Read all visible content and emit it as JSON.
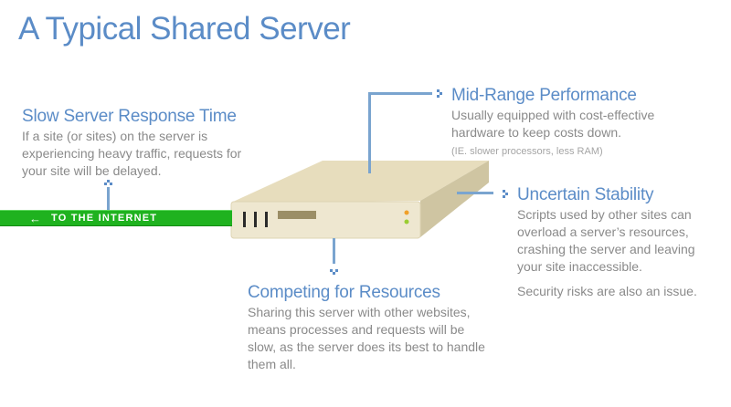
{
  "title": "A Typical Shared Server",
  "internet_label": "TO THE INTERNET",
  "icons": {
    "arrow": "left-arrow-icon",
    "server": "server-illustration"
  },
  "colors": {
    "heading": "#5b8cc7",
    "body_text": "#8a8a8a",
    "internet_bar": "#1fb21f",
    "server_top": "#e7ddbd",
    "server_side": "#cfc5a2",
    "led_orange": "#f0a028",
    "led_green": "#9acd32"
  },
  "callouts": {
    "slow": {
      "heading": "Slow Server Response Time",
      "body": "If a site (or sites) on the server is experiencing heavy traffic, requests for your site will be delayed."
    },
    "mid": {
      "heading": "Mid-Range Performance",
      "body": "Usually equipped with cost-effective hardware to keep costs down.",
      "note": "(IE. slower processors, less RAM)"
    },
    "uncertain": {
      "heading": "Uncertain Stability",
      "body": "Scripts used by other sites can overload a server’s resources, crashing the server and leaving your site inaccessible.",
      "extra": "Security risks are also an issue."
    },
    "competing": {
      "heading": "Competing for Resources",
      "body": "Sharing this server with other websites, means processes and requests will be slow, as the server does its best to handle them all."
    }
  }
}
